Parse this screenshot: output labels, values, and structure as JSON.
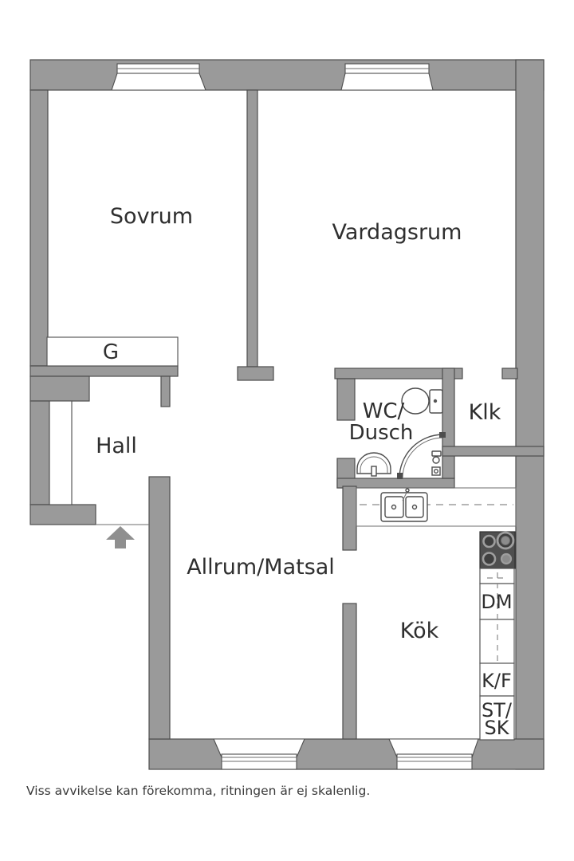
{
  "labels": {
    "sovrum": "Sovrum",
    "vardagsrum": "Vardagsrum",
    "hall": "Hall",
    "wc_line1": "WC/",
    "wc_line2": "Dusch",
    "klk": "Klk",
    "allrum": "Allrum/Matsal",
    "kok": "Kök",
    "garderob": "G",
    "dishwasher": "DM",
    "fridge_freezer": "K/F",
    "stsk_line1": "ST/",
    "stsk_line2": "SK"
  },
  "footer": {
    "disclaimer": "Viss avvikelse kan förekomma, ritningen är ej skalenlig."
  },
  "colors": {
    "wall": "#9a9a9a",
    "outline": "#4d4d4d",
    "text": "#2f2f2f",
    "stove_body": "#4f4f4f",
    "burner_ring": "#9e9e9e"
  }
}
